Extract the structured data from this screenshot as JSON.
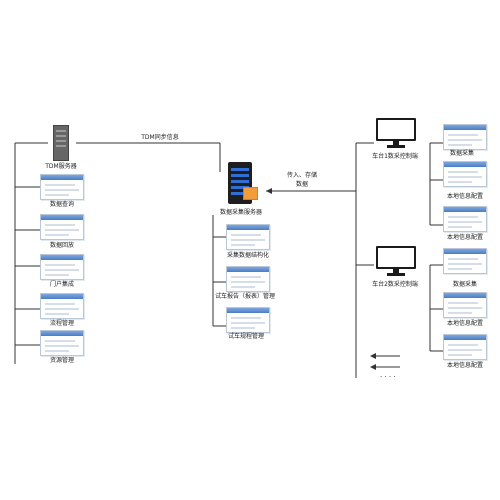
{
  "left_server": {
    "label": "TDM服务器",
    "icon": "tower-server-icon"
  },
  "left_items": [
    {
      "label": "数据查询"
    },
    {
      "label": "数据回放"
    },
    {
      "label": "门户集成"
    },
    {
      "label": "流程管理"
    },
    {
      "label": "资源管理"
    }
  ],
  "sync_label": "TDM同步信息",
  "center_server": {
    "label": "数据采集服务器",
    "icon": "database-server-icon"
  },
  "center_items": [
    {
      "label": "采集数据结构化"
    },
    {
      "label": "试车报告（报表）管理"
    },
    {
      "label": "试车规程管理"
    }
  ],
  "transfer_label": {
    "line1": "传入、存储",
    "line2": "数据"
  },
  "right_groups": [
    {
      "label": "车台1数采控制端",
      "icon": "monitor-icon",
      "items": [
        {
          "label": "数据采集"
        },
        {
          "label": "本地信息配置"
        },
        {
          "label": "本地信息配置"
        }
      ]
    },
    {
      "label": "车台2数采控制端",
      "icon": "monitor-icon",
      "items": [
        {
          "label": "数据采集"
        },
        {
          "label": "本地信息配置"
        },
        {
          "label": "本地信息配置"
        }
      ]
    }
  ],
  "ellipsis": "· · · ·",
  "colors": {
    "line": "#333333",
    "screen_bar": "#4b7dc4",
    "accent": "#f39c3c"
  }
}
